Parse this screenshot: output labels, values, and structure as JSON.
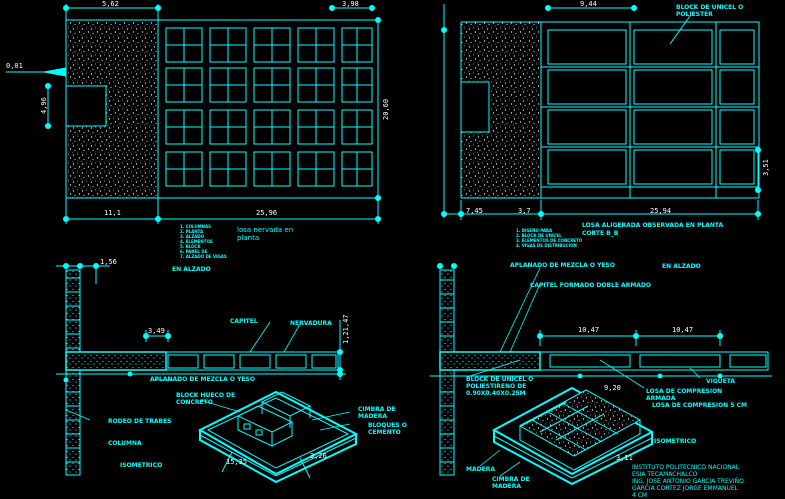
{
  "colors": {
    "background": "#000000",
    "line": "#00ffff",
    "dimension_text": "#ffffff",
    "hatch": "#cccccc"
  },
  "dims": {
    "tl_top_a": "5,62",
    "tl_top_b": "3,98",
    "tl_left_a": "0,01",
    "tl_left_b": "4,96",
    "tl_right": "20,60",
    "tl_bottom_a": "11,1",
    "tl_bottom_b": "25,96",
    "tr_top": "9,44",
    "tr_bottom_a": "7,45",
    "tr_bottom_b": "3,7",
    "tr_bottom_c": "25,94",
    "tr_right": "3,51",
    "bl_top": "1,56",
    "bl_a": "3,49",
    "bl_right": "1,21,47",
    "bl_iso_a": "15,35",
    "bl_iso_b": "3,26",
    "br_a": "10,47",
    "br_b": "10,47",
    "br_c": "9,20",
    "br_d": "3,11"
  },
  "labels": {
    "tl_note": "losa nervada en\nplanta",
    "tl_legend": "1. COLUMNAS\n2. PLANTA\n3. ALZADO\n4. ELEMENTOS\n5. BLOCK\n6. PANEL DE\n7. ALZADO DE VIGAS",
    "tr_block": "BLOCK DE UNICEL O\nPOLIESTER",
    "tr_caption": "LOSA ALIGERADA OBSERVADA EN PLANTA",
    "tr_caption2": "CORTE B_B",
    "tr_legend": "1. DISEÑO PARA\n2. BLOCK DE UNICEL\n3. ELEMENTOS DE CONCRETO\n4. VIGAS DE DISTRIBUCION",
    "bl_alzado": "EN ALZADO",
    "bl_capitel": "CAPITEL",
    "bl_nervadura": "NERVADURA",
    "bl_aplanado": "APLANADO DE MEZCLA O YESO",
    "bl_block": "BLOCK HUECO DE\nCONCRETO",
    "bl_rodeo": "RODEO DE TRABES",
    "bl_columna": "COLUMNA",
    "bl_isometrico": "ISOMETRICO",
    "bl_cimbra": "CIMBRA DE\nMADERA",
    "bl_bloques": "BLOQUES O\nCEMENTO",
    "br_aplanado": "APLANADO DE MEZCLA O YESO",
    "br_alzado": "EN ALZADO",
    "br_capitel": "CAPITEL FORMADO DOBLE ARMADO",
    "br_block": "BLOCK DE UNICEL O\nPOLIESTIRENO DE\n0.90X0.40X0.25M",
    "br_vigueta": "VIGUETA",
    "br_losa": "LOSA DE COMPRESION\nARMADA",
    "br_losa2": "LOSA DE COMPRESION 5 CM",
    "br_isometrico": "ISOMETRICO",
    "br_madera": "MADERA",
    "br_cimbra": "CIMBRA DE\nMADERA",
    "br_title": "INSTITUTO POLITECNICO NACIONAL\nESIA TECAMACHALCO\nING. JOSE ANTONIO GARCIA TREVIÑO\nGARCIA CORTEZ JORGE EMMANUEL\n4 CM"
  }
}
